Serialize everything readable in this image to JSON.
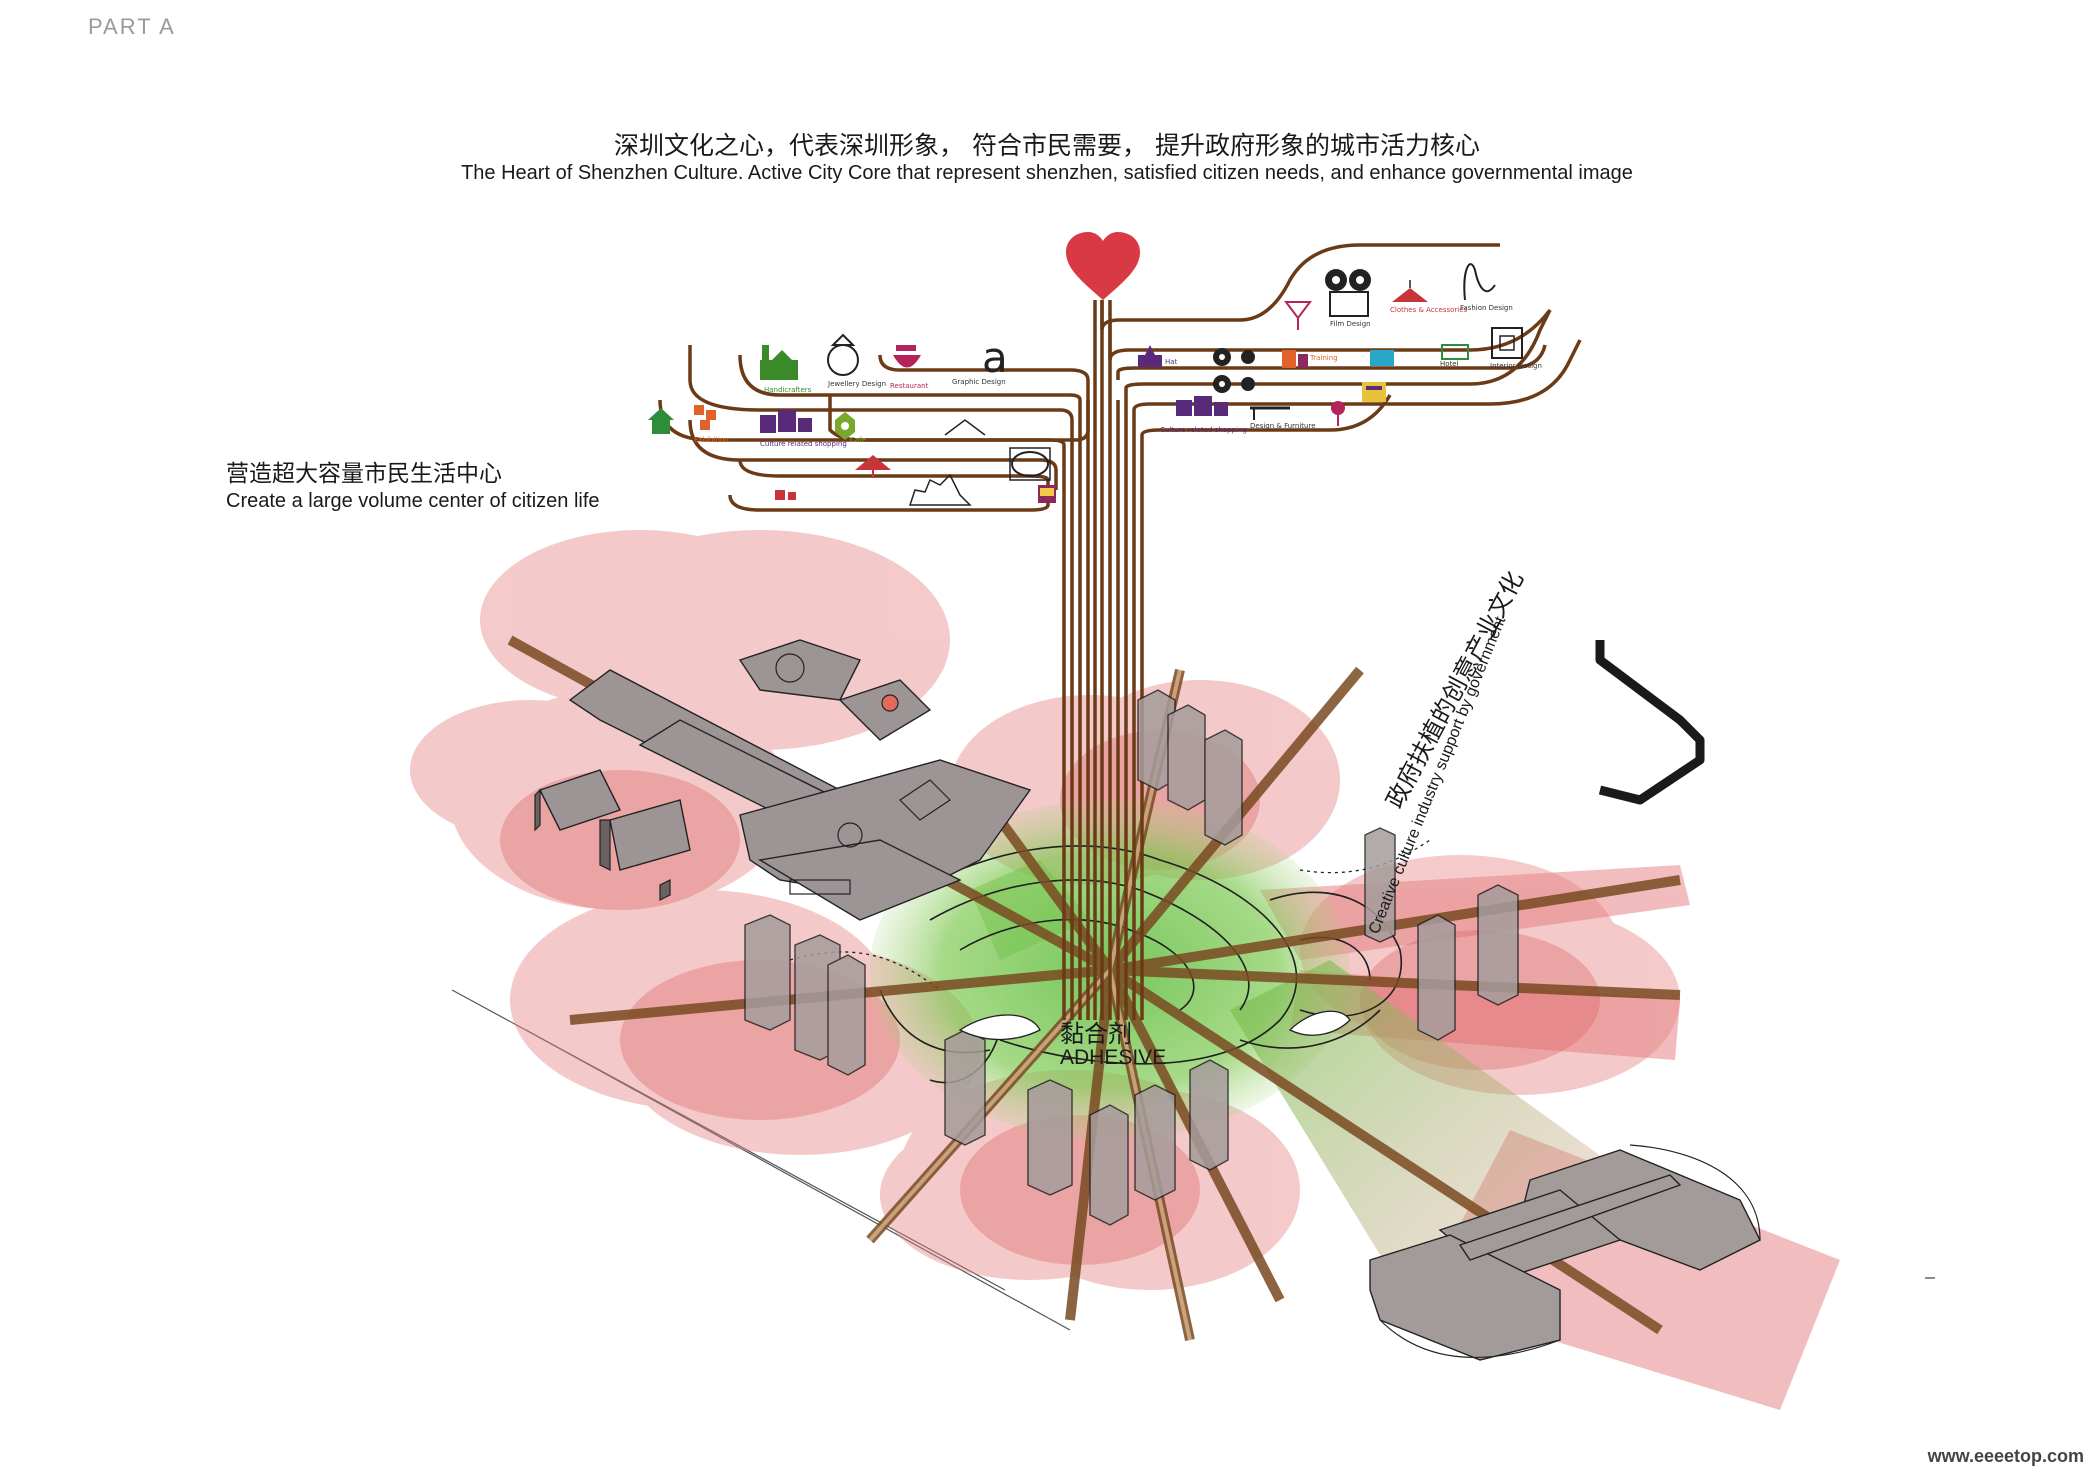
{
  "header": {
    "part_label": "PART A",
    "title_cn": "深圳文化之心，代表深圳形象， 符合市民需要， 提升政府形象的城市活力核心",
    "title_en": "The Heart of Shenzhen Culture. Active City Core that represent shenzhen, satisfied citizen needs, and enhance governmental image"
  },
  "left_caption": {
    "cn": "营造超大容量市民生活中心",
    "en": "Create a large volume center of citizen life"
  },
  "right_caption": {
    "cn": "政府扶植的创意产业文化",
    "en": "Creative culture industry support by government"
  },
  "center_caption": {
    "cn": "黏合剂",
    "en": "ADHESIVE"
  },
  "branch_icons_left": [
    {
      "icon": "factory-icon",
      "label": "Handicrafters"
    },
    {
      "icon": "ring-icon",
      "label": "Jewellery Design"
    },
    {
      "icon": "bowl-icon",
      "label": "Restaurant"
    },
    {
      "icon": "letter-a-icon",
      "label": "Graphic Design"
    },
    {
      "icon": "house-icon",
      "label": ""
    },
    {
      "icon": "blocks-icon",
      "label": "Exhibition"
    },
    {
      "icon": "shopping-icon",
      "label": "Culture related shopping"
    },
    {
      "icon": "hexagon-icon",
      "label": "Cafe"
    },
    {
      "icon": "lamp-icon",
      "label": ""
    },
    {
      "icon": "cat-icon",
      "label": ""
    },
    {
      "icon": "skyline-icon",
      "label": ""
    },
    {
      "icon": "cup-icon",
      "label": ""
    }
  ],
  "branch_icons_right": [
    {
      "icon": "cocktail-icon",
      "label": ""
    },
    {
      "icon": "film-camera-icon",
      "label": "Film Design"
    },
    {
      "icon": "lamp-shade-icon",
      "label": "Clothes & Accessories"
    },
    {
      "icon": "fashion-icon",
      "label": "Fashion Design"
    },
    {
      "icon": "hat-icon",
      "label": "Hat"
    },
    {
      "icon": "reels-icon",
      "label": ""
    },
    {
      "icon": "training-icon",
      "label": "Training"
    },
    {
      "icon": "tv-icon",
      "label": ""
    },
    {
      "icon": "bed-icon",
      "label": "Hotel"
    },
    {
      "icon": "frame-icon",
      "label": "Interior Design"
    },
    {
      "icon": "shopping-bags-icon",
      "label": "Culture related shopping"
    },
    {
      "icon": "table-icon",
      "label": "Design & Furniture"
    },
    {
      "icon": "cup-icon",
      "label": ""
    },
    {
      "icon": "box-icon",
      "label": ""
    }
  ],
  "colors": {
    "trunk": "#6b3a17",
    "heart": "#d93845",
    "bubble": "#e07b7b",
    "green": "#5fbe3a",
    "building": "#9a9292"
  },
  "footer": {
    "credit": "www.eeeetop.com"
  }
}
